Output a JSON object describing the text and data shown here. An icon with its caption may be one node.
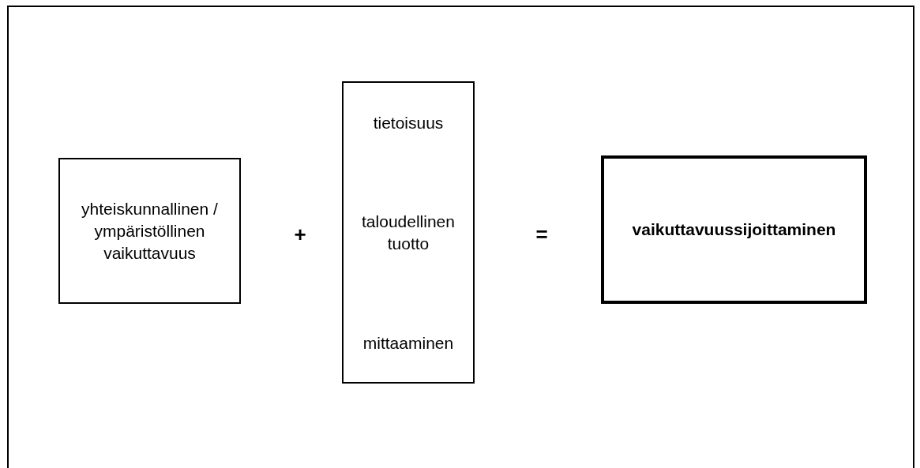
{
  "diagram": {
    "nodes": [
      {
        "text": [
          "yhteiskunnallinen / ympäristöllinen vaikuttavuus"
        ]
      },
      {
        "text": [
          "tietoisuus",
          "taloudellinen tuotto",
          "mittaaminen"
        ]
      },
      {
        "text": [
          "vaikuttavuussijoittaminen"
        ]
      }
    ],
    "labels": [
      "+",
      "="
    ]
  }
}
